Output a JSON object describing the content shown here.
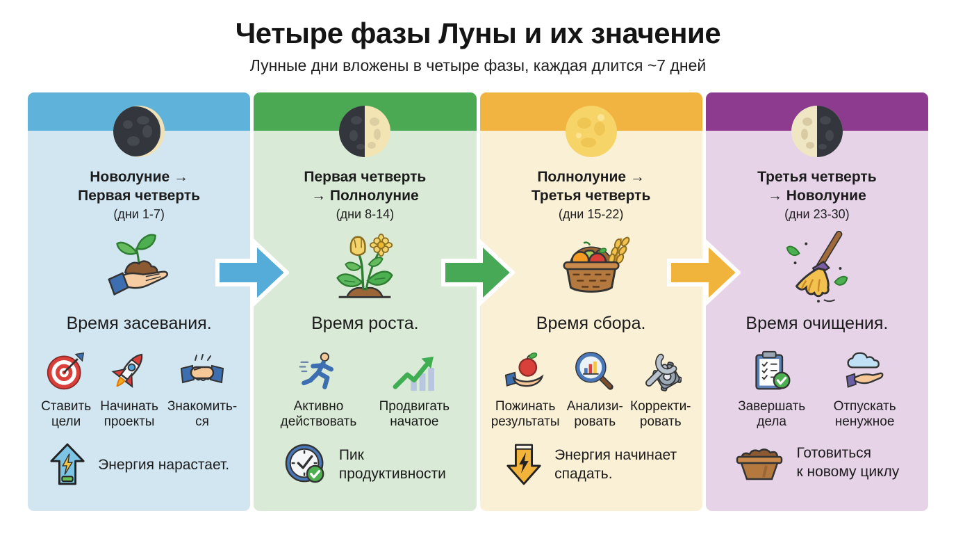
{
  "title": "Четыре фазы Луны и их значение",
  "subtitle": "Лунные дни вложены в четыре фазы, каждая длится ~7 дней",
  "phases": [
    {
      "name": "Новолуние →\nПервая четверть",
      "days": "(дни 1-7)",
      "moon_phase": "waxing-crescent",
      "theme": "Время засевания.",
      "main_icon": "hand-with-sprout",
      "actions": [
        {
          "icon": "target",
          "label": "Ставить\nцели"
        },
        {
          "icon": "rocket",
          "label": "Начинать\nпроекты"
        },
        {
          "icon": "handshake",
          "label": "Знакомить-\nся"
        }
      ],
      "energy": {
        "icon": "arrow-up-battery",
        "label": "Энергия нарастает."
      },
      "colors": {
        "header": "#5FB2D9",
        "body": "#D2E6F2",
        "arrow": "#56ACD8"
      }
    },
    {
      "name": "Первая четверть\n→ Полнолуние",
      "days": "(дни 8-14)",
      "moon_phase": "first-quarter",
      "theme": "Время роста.",
      "main_icon": "growing-plant",
      "actions": [
        {
          "icon": "runner",
          "label": "Активно\nдействовать"
        },
        {
          "icon": "growth-chart",
          "label": "Продвигать\nначатое"
        }
      ],
      "energy": {
        "icon": "clock-check",
        "label": "Пик\nпродуктивности"
      },
      "colors": {
        "header": "#4BA953",
        "body": "#D9EAD6",
        "arrow": "#47A855"
      }
    },
    {
      "name": "Полнолуние →\nТретья четверть",
      "days": "(дни 15-22)",
      "moon_phase": "full-moon",
      "theme": "Время сбора.",
      "main_icon": "harvest-basket",
      "actions": [
        {
          "icon": "hand-apple",
          "label": "Пожинать\nрезультаты"
        },
        {
          "icon": "magnifier-chart",
          "label": "Анализи-\nровать"
        },
        {
          "icon": "wrench-gear",
          "label": "Корректи-\nровать"
        }
      ],
      "energy": {
        "icon": "arrow-down-lightning",
        "label": "Энергия начинает\nспадать."
      },
      "colors": {
        "header": "#F1B440",
        "body": "#FAF0D5",
        "arrow": "#F0B43C"
      }
    },
    {
      "name": "Третья четверть\n→ Новолуние",
      "days": "(дни 23-30)",
      "moon_phase": "third-quarter",
      "theme": "Время очищения.",
      "main_icon": "broom",
      "actions": [
        {
          "icon": "clipboard-check",
          "label": "Завершать\nдела"
        },
        {
          "icon": "hand-cloud",
          "label": "Отпускать\nненужное"
        }
      ],
      "energy": {
        "icon": "soil-pot",
        "label": "Готовиться\nк новому циклу"
      },
      "colors": {
        "header": "#8C3B8F",
        "body": "#E6D3E8"
      }
    }
  ]
}
